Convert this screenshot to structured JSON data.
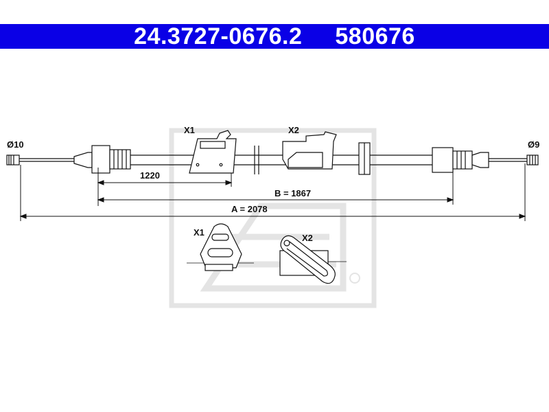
{
  "header": {
    "part_number": "24.3727-0676.2",
    "ref_number": "580676",
    "background_color": "#0a00e6",
    "text_color": "#ffffff"
  },
  "diagram": {
    "left_end_label": "Ø10",
    "right_end_label": "Ø9",
    "fitting_x1_label": "X1",
    "fitting_x2_label": "X2",
    "dimension_1220": "1220",
    "dimension_b": "B = 1867",
    "dimension_a": "A = 2078",
    "detail_x1_label": "X1",
    "detail_x2_label": "X2",
    "line_color": "#111111",
    "watermark_color": "#e4e4e4"
  }
}
